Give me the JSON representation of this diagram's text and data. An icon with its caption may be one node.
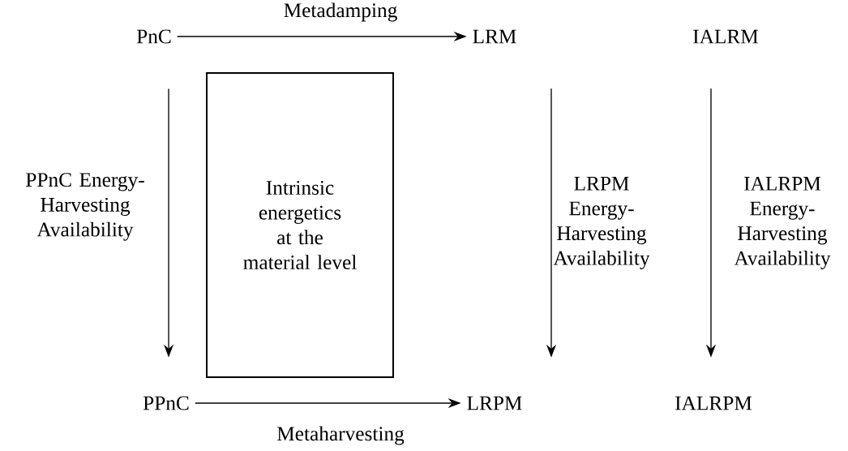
{
  "diagram": {
    "nodes": [
      {
        "text": [
          "PnC"
        ]
      },
      {
        "text": [
          "LRM"
        ]
      },
      {
        "text": [
          "IALRM"
        ]
      },
      {
        "text": [
          "Intrinsic energetics at the material level"
        ]
      },
      {
        "text": [
          "PPnC"
        ]
      },
      {
        "text": [
          "LRPM"
        ]
      },
      {
        "text": [
          "IALRPM"
        ]
      }
    ],
    "edges": [
      {
        "from": 0,
        "to": 1,
        "arrow": "to",
        "label": "Metadamping"
      },
      {
        "from": 0,
        "to": 4,
        "arrow": "to",
        "label": "PPnC Energy-Harvesting Availability"
      },
      {
        "from": 1,
        "to": 5,
        "arrow": "to",
        "label": "LRPM Energy-Harvesting Availability"
      },
      {
        "from": 2,
        "to": 6,
        "arrow": "to",
        "label": "IALRPM Energy-Harvesting Availability"
      },
      {
        "from": 4,
        "to": 5,
        "arrow": "to",
        "label": "Metaharvesting"
      }
    ]
  }
}
